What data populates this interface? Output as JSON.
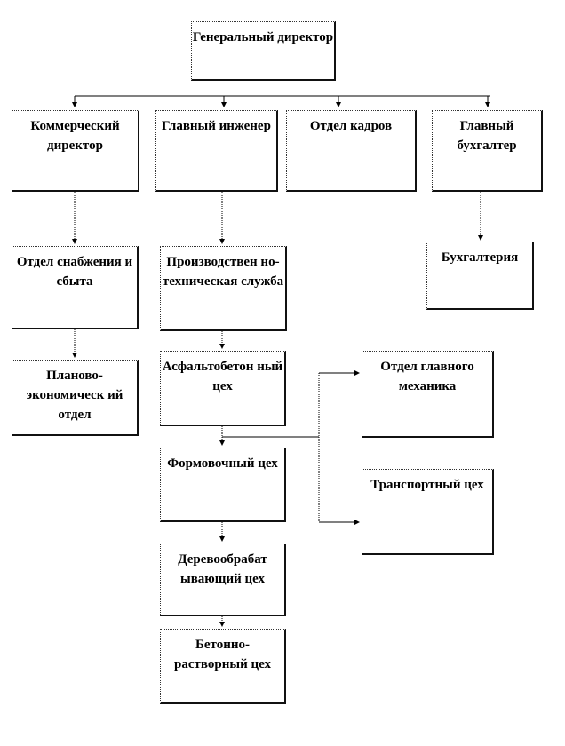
{
  "nodes": {
    "gen_director": "Генеральный директор",
    "commercial_director": "Коммерческий директор",
    "chief_engineer": "Главный инженер",
    "hr_department": "Отдел кадров",
    "chief_accountant": "Главный бухгалтер",
    "supply_sales": "Отдел снабжения и сбыта",
    "production_technical": "Производствен но-техническая служба",
    "accounting": "Бухгалтерия",
    "planning_economic": "Планово-экономическ ий отдел",
    "asphalt_shop": "Асфальтобетон ный цех",
    "chief_mechanic": "Отдел главного механика",
    "molding_shop": "Формовочный цех",
    "transport_shop": "Транспортный цех",
    "woodworking_shop": "Деревообрабат ывающий цех",
    "concrete_mortar_shop": "Бетонно-растворный цех"
  }
}
